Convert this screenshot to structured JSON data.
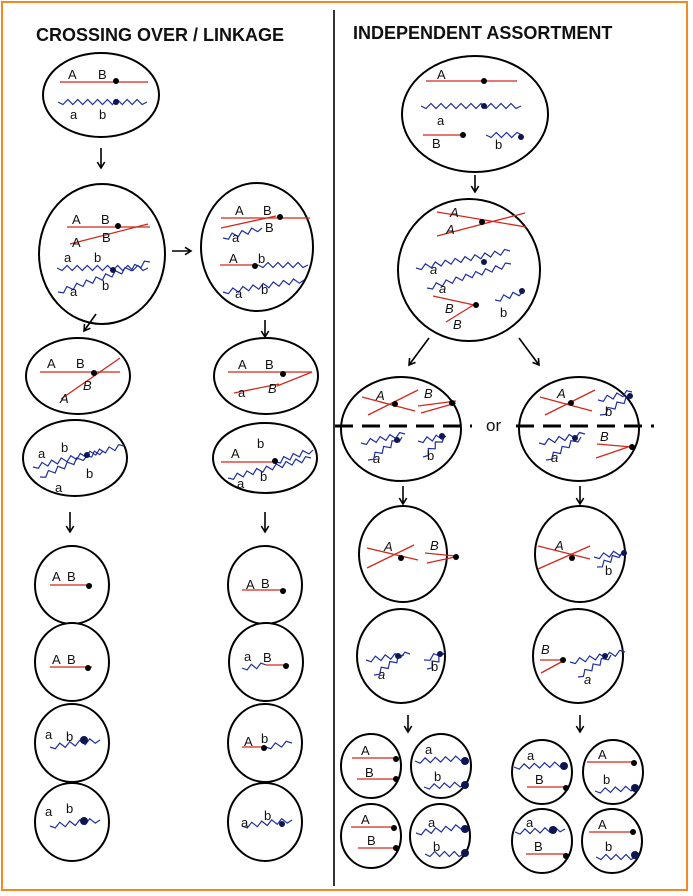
{
  "titles": {
    "left": "CROSSING OVER / LINKAGE",
    "right": "INDEPENDENT ASSORTMENT"
  },
  "alleles": {
    "A": "A",
    "B": "B",
    "a": "a",
    "b": "b"
  },
  "or_text": "or",
  "colors": {
    "border": "#f08a24",
    "red_chromosome": "#d0281c",
    "blue_chromosome": "#1f2f9e"
  }
}
